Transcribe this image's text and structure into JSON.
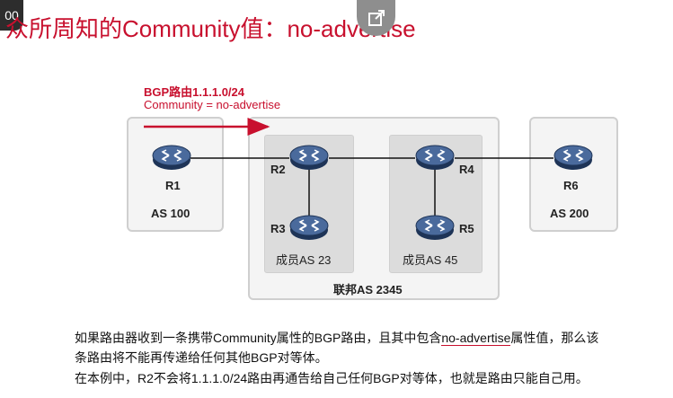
{
  "slide": {
    "title": "众所周知的Community值：no-advertise",
    "corner_badge": "00"
  },
  "annotation": {
    "route": "BGP路由1.1.1.0/24",
    "community": "Community = no-advertise"
  },
  "topology": {
    "routers": [
      "R1",
      "R2",
      "R3",
      "R4",
      "R5",
      "R6"
    ],
    "as_left": "AS 100",
    "as_right": "AS 200",
    "member_as_23": "成员AS 23",
    "member_as_45": "成员AS 45",
    "confed": "联邦AS 2345"
  },
  "description": {
    "line1_pre": "如果路由器收到一条携带Community属性的BGP路由，且其中包含",
    "line1_keyword": "no-advertise",
    "line1_post": "属性值，那么该",
    "line2": "条路由将不能再传递给任何其他BGP对等体。",
    "line3": "在本例中，R2不会将1.1.1.0/24路由再通告给自己任何BGP对等体，也就是路由只能自己用。"
  },
  "colors": {
    "accent_red": "#c8102e",
    "router_blue": "#2e4b78"
  }
}
